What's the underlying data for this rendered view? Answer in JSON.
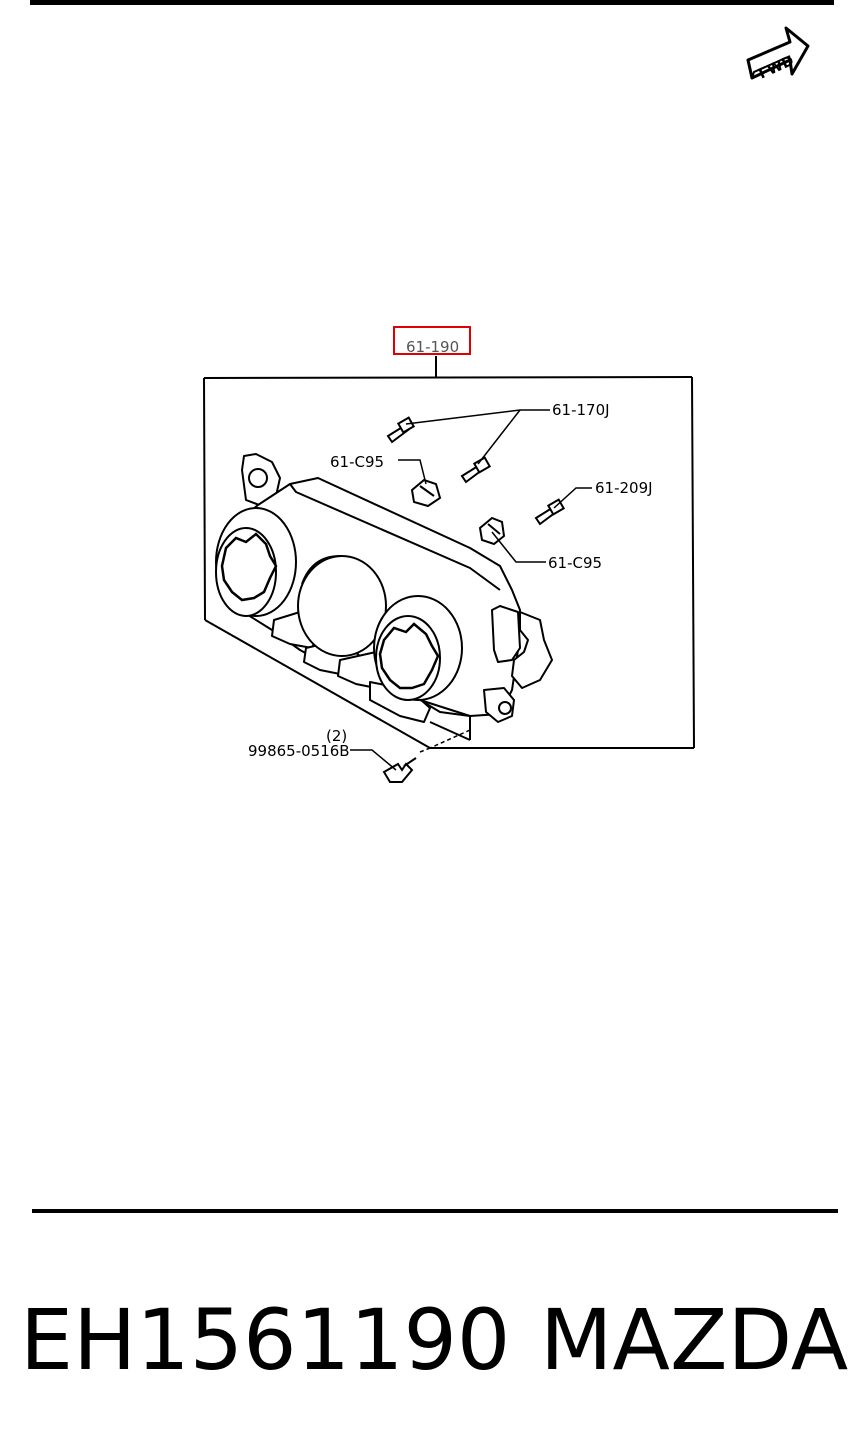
{
  "diagram": {
    "fwd_label": "FWD",
    "callouts": {
      "main_assembly": "61-190",
      "screw_a": "61-170J",
      "bulb_left": "61-C95",
      "screw_b": "61-209J",
      "bulb_right": "61-C95",
      "mount_screw": "99865-0516B",
      "mount_screw_qty": "(2)"
    },
    "highlight_color": "#e00000"
  },
  "footer": {
    "part_number": "EH1561190",
    "brand": "MAZDA"
  }
}
